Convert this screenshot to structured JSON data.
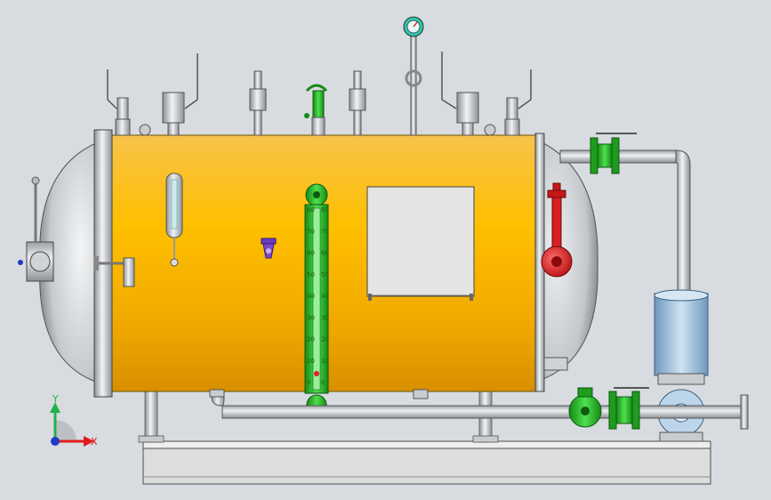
{
  "viewport_background": "#d8dbe0",
  "colors": {
    "vessel_body": "#f5b800",
    "vessel_end": "#cfd4d8",
    "pipe": "#c7cbcf",
    "gauge_green": "#22c222",
    "valve_red": "#e02020",
    "pump_blue": "#a9c9e3",
    "base": "#d9dbd6"
  },
  "level_gauge": {
    "scale_left": [
      "0",
      "10",
      "20",
      "30",
      "40",
      "50",
      "60",
      "70",
      "80"
    ],
    "scale_right": [
      "0",
      "10",
      "20",
      "30",
      "40",
      "50",
      "60",
      "70",
      "80"
    ]
  },
  "axis_triad": {
    "y_label": "Y",
    "x_label": "X",
    "y_color": "#22b14c",
    "x_color": "#e01b1b",
    "z_color": "#1e3cc8"
  }
}
